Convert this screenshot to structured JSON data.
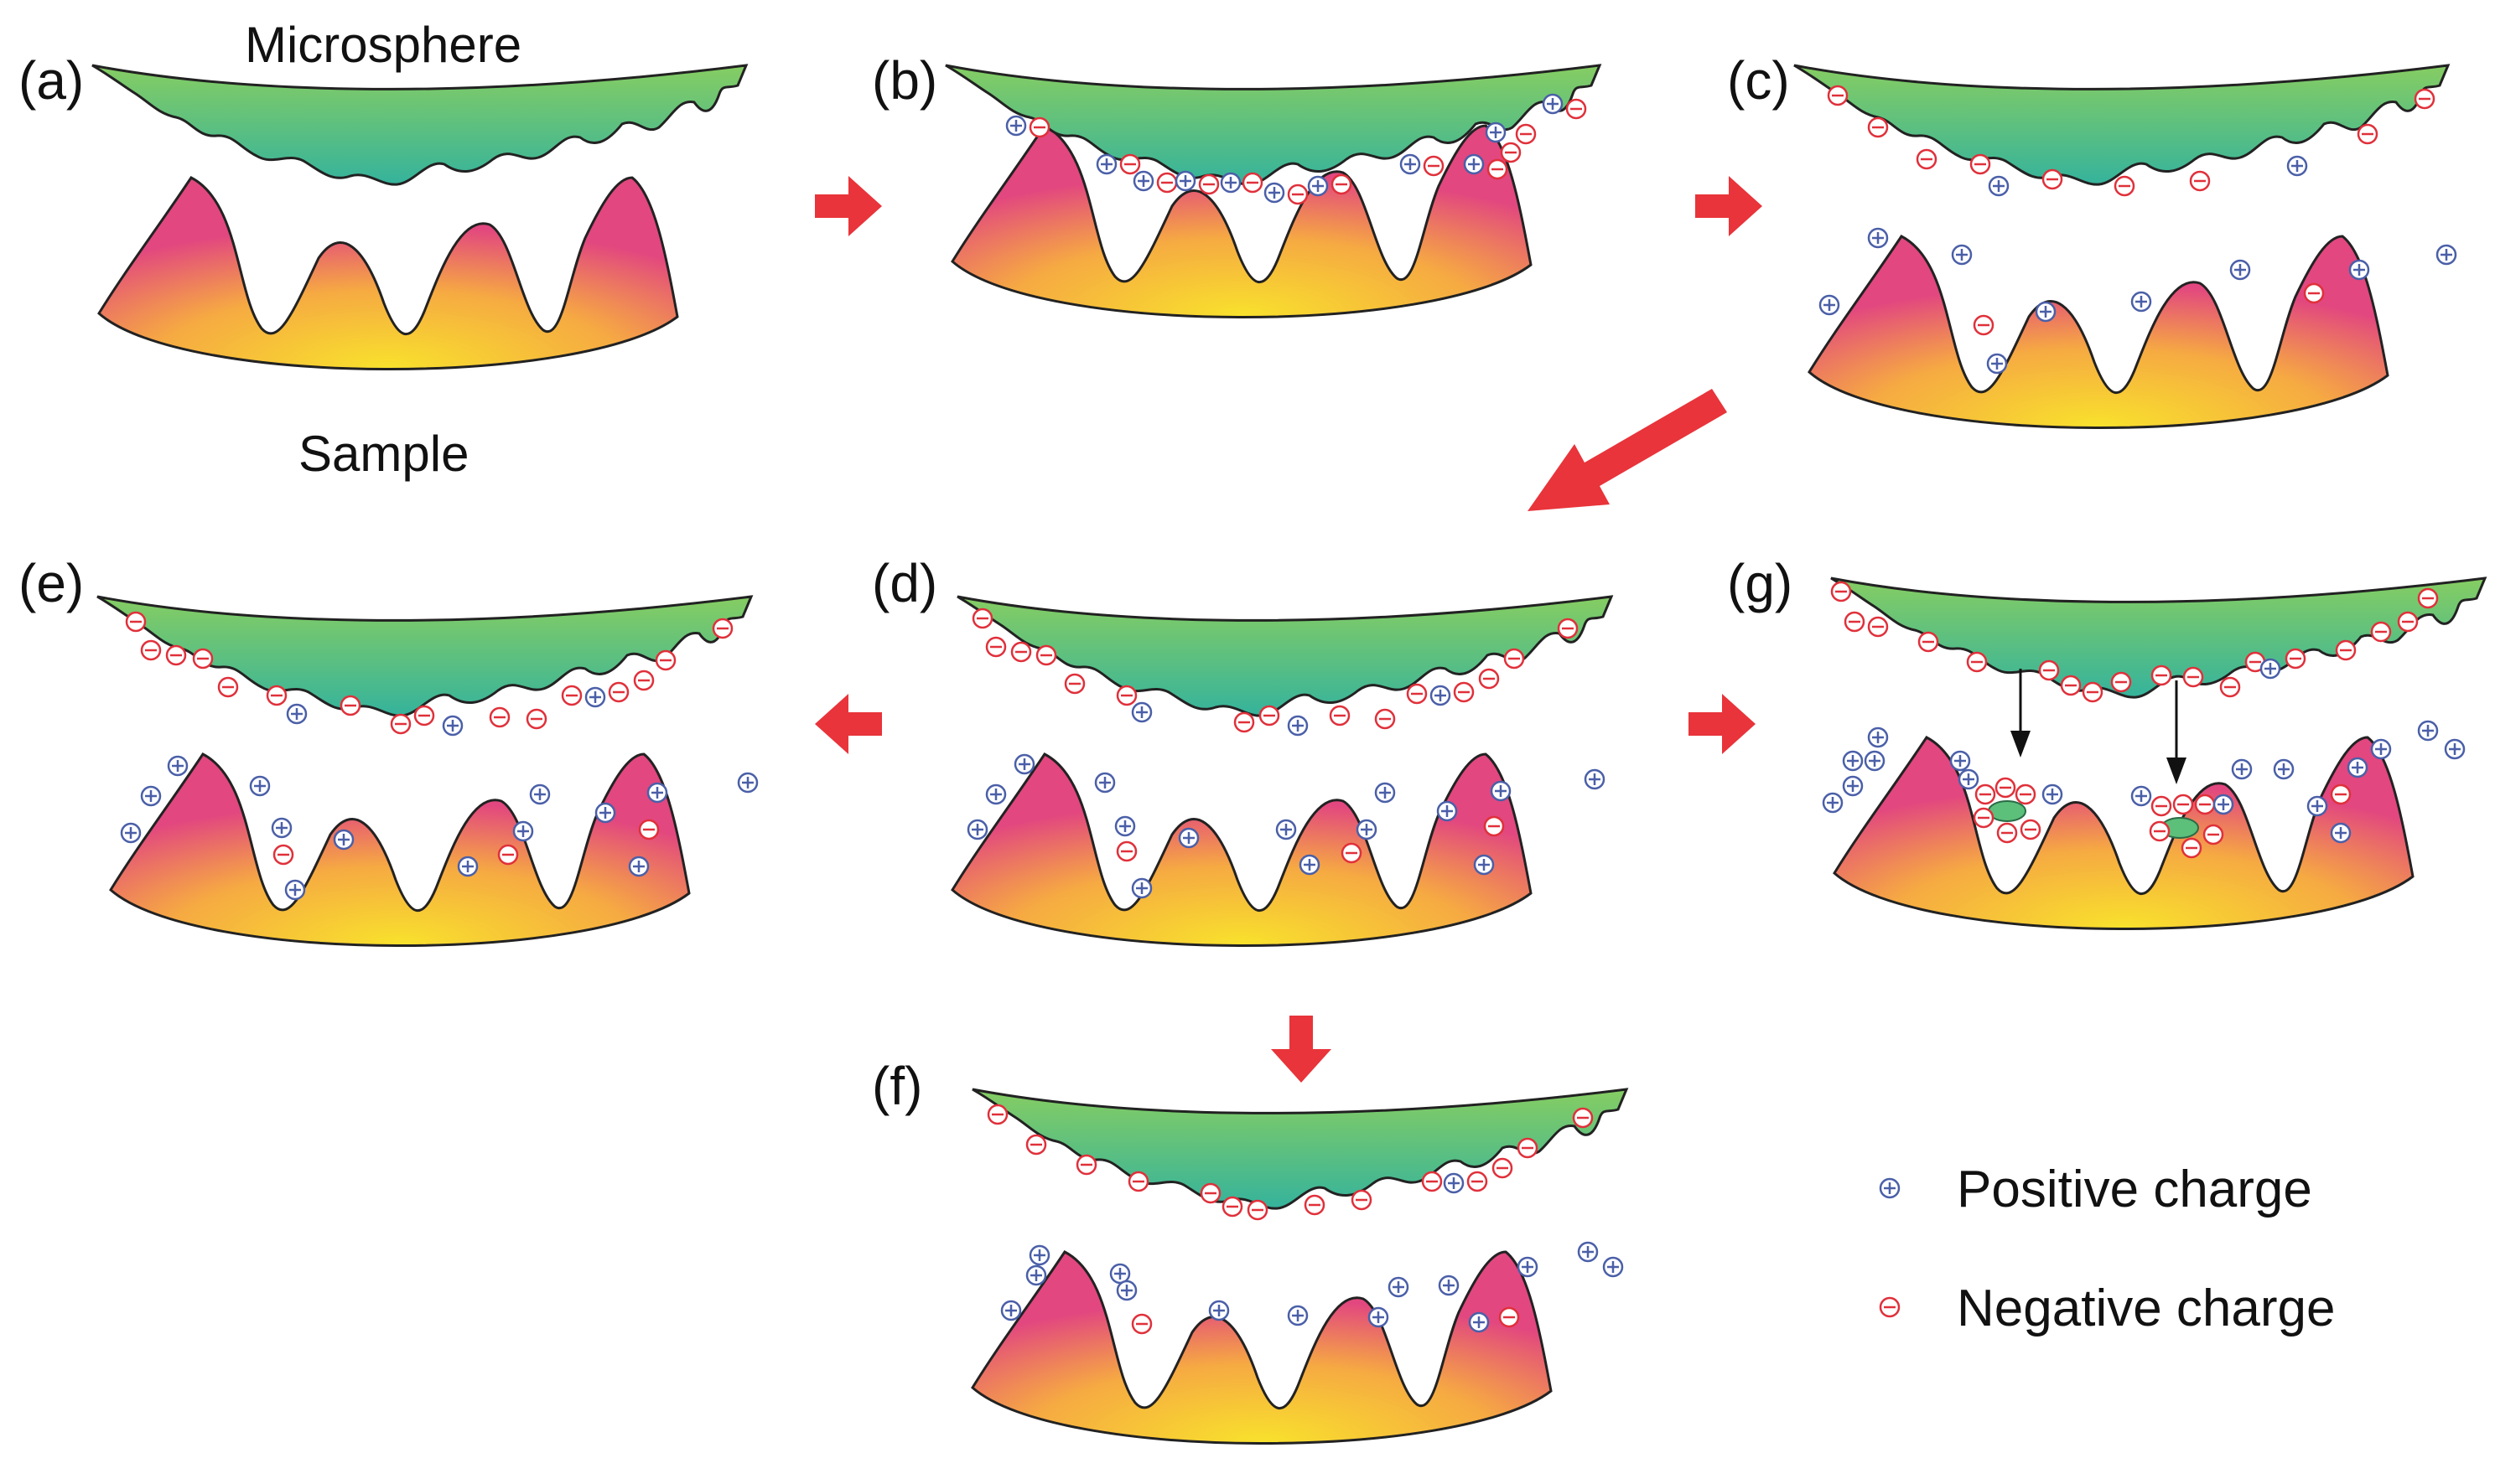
{
  "labels": {
    "microsphere": "Microsphere",
    "sample": "Sample"
  },
  "panels": [
    {
      "id": "a",
      "label": "(a)"
    },
    {
      "id": "b",
      "label": "(b)"
    },
    {
      "id": "c",
      "label": "(c)"
    },
    {
      "id": "d",
      "label": "(d)"
    },
    {
      "id": "e",
      "label": "(e)"
    },
    {
      "id": "f",
      "label": "(f)"
    },
    {
      "id": "g",
      "label": "(g)"
    }
  ],
  "legend": {
    "positive": "Positive charge",
    "negative": "Negative charge"
  },
  "colors": {
    "positive": "#4a5fa8",
    "negative": "#e0303a",
    "arrow": "#e8343a",
    "microsphere_top": "#7ec96a",
    "microsphere_bottom": "#2fae98",
    "sample_pink": "#e04880",
    "sample_orange": "#f5a040",
    "sample_yellow": "#f7e02a"
  }
}
